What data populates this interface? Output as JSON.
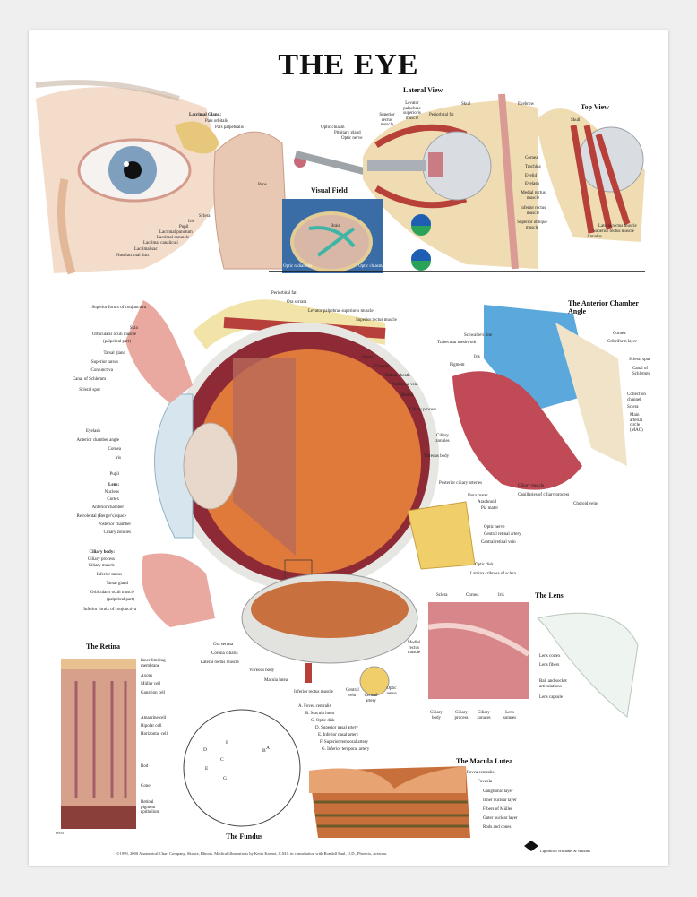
{
  "title": "THE EYE",
  "external_eye": {
    "gland_title": "Lacrimal Gland:",
    "labels": [
      "Pars orbitalis",
      "Pars palpebralis",
      "Sclera",
      "Iris",
      "Pupil",
      "Lacrimal punctum",
      "Lacrimal caruncle",
      "Lacrimal canaliculi",
      "Lacrimal sac",
      "Nasolacrimal duct"
    ]
  },
  "brain": {
    "labels": [
      "Pons",
      "Optic chiasm",
      "Pituitary gland",
      "Optic nerve"
    ]
  },
  "lateral_view": {
    "title": "Lateral View",
    "labels": [
      "Superior rectus muscle",
      "Levator palpebrae superioris muscle",
      "Periorbital fat",
      "Skull",
      "Eyebrow",
      "Cornea",
      "Trochlea",
      "Eyelid",
      "Eyelash",
      "Medial rectus muscle",
      "Inferior rectus muscle",
      "Superior oblique muscle"
    ]
  },
  "top_view": {
    "title": "Top View",
    "labels": [
      "Skull",
      "Lateral rectus muscle",
      "Superior rectus muscle",
      "Annulus"
    ]
  },
  "visual_field": {
    "title": "Visual Field",
    "labels": [
      "Brain",
      "Optic radiations",
      "Optic chiasma"
    ]
  },
  "cross_section": {
    "left_labels": [
      "Superior fornix of conjunctiva",
      "Skin",
      "Orbicularis oculi muscle",
      "(palpebral part)",
      "Tarsal gland",
      "Superior tarsus",
      "Conjunctiva",
      "Canal of Schlemm",
      "Scleral spur",
      "Eyelash",
      "Anterior chamber angle",
      "Cornea",
      "Iris",
      "Pupil",
      "Lens:",
      "Nucleus",
      "Cortex",
      "Anterior chamber",
      "Retrolental (Berger's) space",
      "Posterior chamber",
      "Ciliary zonules",
      "Ciliary body:",
      "Ciliary process",
      "Ciliary muscle",
      "Inferior tarsus",
      "Tarsal gland",
      "Orbicularis oculi muscle",
      "(palpebral part)",
      "Inferior fornix of conjunctiva"
    ],
    "right_labels": [
      "Periorbital fat",
      "Ora serrata",
      "Levator palpebrae superioris muscle",
      "Superior rectus muscle",
      "Sclera",
      "Choroid",
      "Bulbar sheath",
      "Vorticose vein",
      "Retina",
      "Ciliary process",
      "Ciliary zonules",
      "Vitreous body",
      "Posterior ciliary arteries",
      "Dura mater",
      "Arachnoid",
      "Pia mater",
      "Optic nerve",
      "Central retinal artery",
      "Central retinal vein",
      "Optic disk",
      "Lamina cribrosa of sclera"
    ],
    "lower_labels": [
      "Ora serrata",
      "Corona ciliaris",
      "Lateral rectus muscle",
      "Vitreous body",
      "Macula lutea",
      "Inferior rectus muscle",
      "Central vein",
      "Central artery",
      "Optic nerve",
      "Medial rectus muscle"
    ]
  },
  "anterior_chamber_angle": {
    "title": "The Anterior Chamber Angle",
    "labels": [
      "Schwalbe's line",
      "Trabecular meshwork",
      "Iris",
      "Pigment",
      "Cornea",
      "Cribriform layer",
      "Scleral spur",
      "Canal of Schlemm",
      "Collection channel",
      "Sclera",
      "Main arterial circle (MAC)",
      "Ciliary muscle",
      "Capillaries of ciliary process",
      "Choroid veins"
    ]
  },
  "lens": {
    "title": "The Lens",
    "labels": [
      "Sclera",
      "Cornea",
      "Iris",
      "Ciliary body",
      "Ciliary process",
      "Ciliary zonules",
      "Lens sutures",
      "Lens cortex",
      "Lens fibers",
      "Ball and socket articulations",
      "Lens capsule"
    ]
  },
  "retina": {
    "title": "The Retina",
    "labels": [
      "Inner limiting membrane",
      "Axons",
      "Müller cell",
      "Ganglion cell",
      "Amacrine cell",
      "Bipolar cell",
      "Horizontal cell",
      "Rod",
      "Cone",
      "Retinal pigment epithelium"
    ]
  },
  "fundus": {
    "title": "The Fundus",
    "letters": [
      "A",
      "B",
      "C",
      "D",
      "E",
      "F",
      "G"
    ],
    "legend": [
      "A. Fovea centralis",
      "B. Macula lutea",
      "C. Optic disk",
      "D. Superior nasal artery",
      "E. Inferior nasal artery",
      "F. Superior temporal artery",
      "G. Inferior temporal artery"
    ]
  },
  "macula_lutea": {
    "title": "The Macula Lutea",
    "labels": [
      "Fovea centralis",
      "Foveola",
      "Ganglionic layer",
      "Inner nuclear layer",
      "Fibers of Müller",
      "Outer nuclear layer",
      "Rods and cones"
    ]
  },
  "footer": {
    "copyright": "©1999, 2000 Anatomical Chart Company, Skokie, Illinois. Medical illustrations by Keith Kasnot, C.M.I. in consultation with Rondall Paul, O.D., Phoenix, Arizona.",
    "publisher": "Lippincott Williams & Wilkins",
    "code": "9693"
  },
  "colors": {
    "sclera": "#e6e9ee",
    "iris": "#7f9fbe",
    "bone": "#efdcb2",
    "muscle": "#b8403a",
    "fundus": "#e07a3a",
    "visual_field_bg": "#3a6ca6"
  }
}
